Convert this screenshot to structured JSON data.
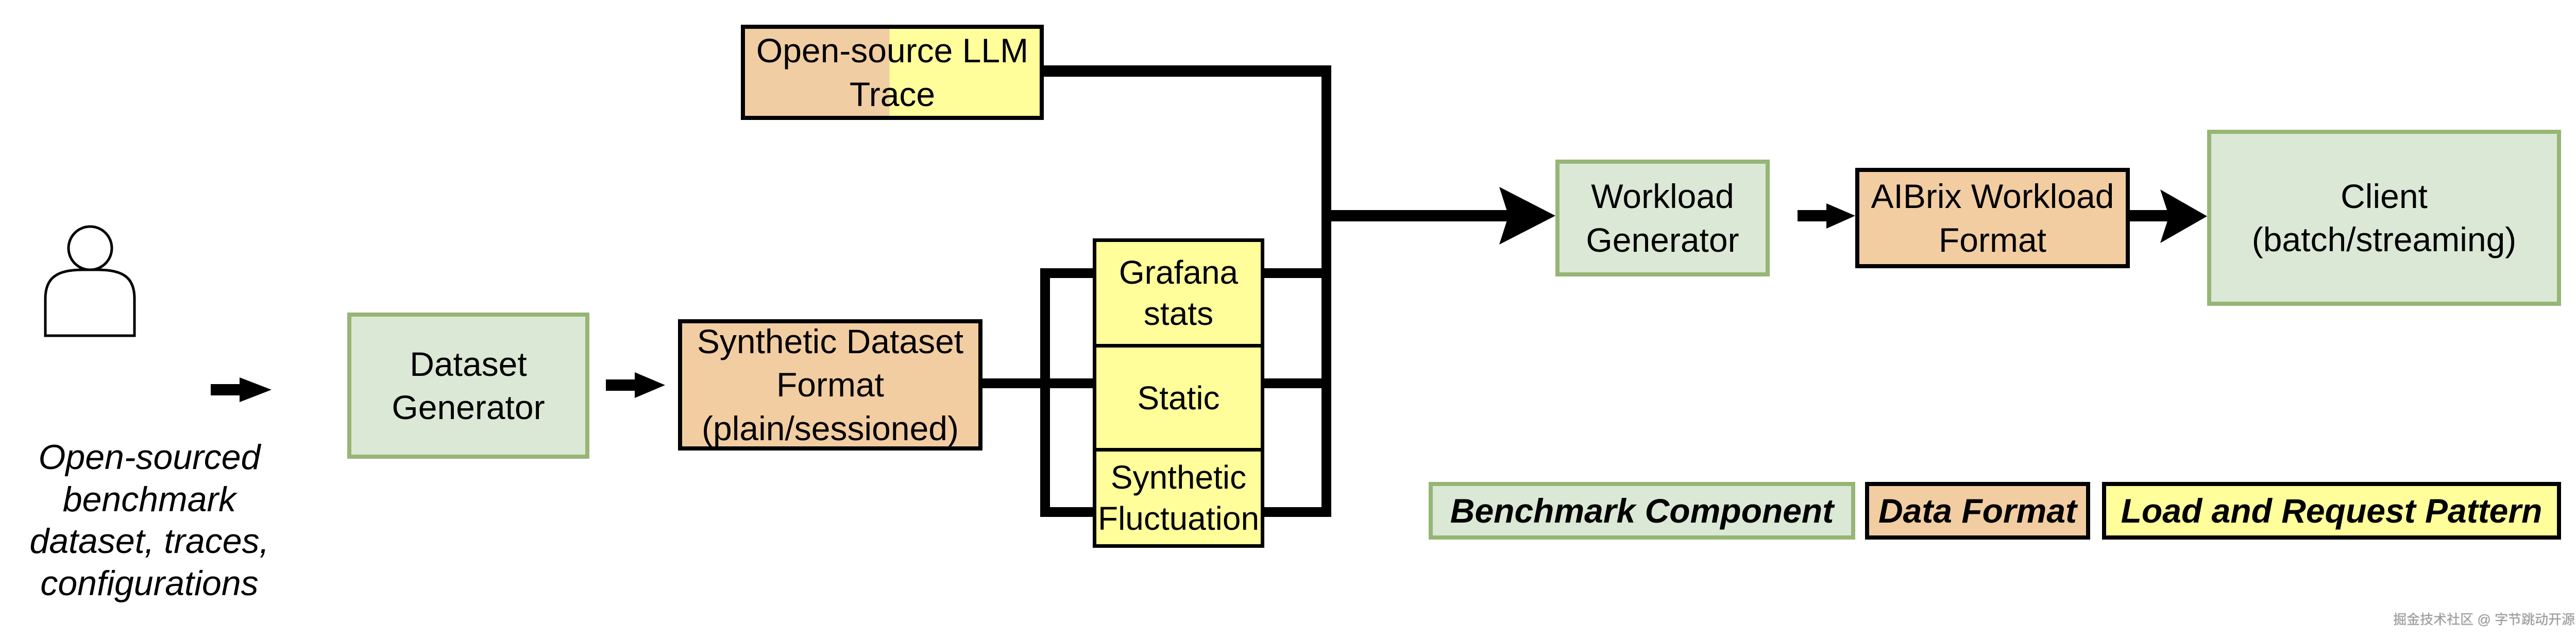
{
  "diagram": {
    "source_caption": "Open-sourced\nbenchmark\ndataset, traces,\nconfigurations",
    "nodes": {
      "dataset_generator": "Dataset\nGenerator",
      "synthetic_dataset_format": "Synthetic Dataset\nFormat\n(plain/sessioned)",
      "open_source_llm_trace": "Open-source LLM\nTrace",
      "load_patterns": [
        "Grafana\nstats",
        "Static",
        "Synthetic\nFluctuation"
      ],
      "workload_generator": "Workload\nGenerator",
      "aibrix_workload_format": "AIBrix Workload\nFormat",
      "client": "Client\n(batch/streaming)"
    },
    "edges": [
      {
        "from": "source",
        "to": "dataset_generator"
      },
      {
        "from": "dataset_generator",
        "to": "synthetic_dataset_format"
      },
      {
        "from": "synthetic_dataset_format",
        "to": "load_patterns"
      },
      {
        "from": "load_patterns",
        "to": "workload_generator"
      },
      {
        "from": "open_source_llm_trace",
        "to": "workload_generator"
      },
      {
        "from": "workload_generator",
        "to": "aibrix_workload_format"
      },
      {
        "from": "aibrix_workload_format",
        "to": "client"
      }
    ]
  },
  "legend": [
    {
      "label": "Benchmark Component",
      "color": "#dae8d5",
      "border": "#97b575"
    },
    {
      "label": "Data Format",
      "color": "#f2cda2",
      "border": "#000000"
    },
    {
      "label": "Load and Request Pattern",
      "color": "#fffe9b",
      "border": "#000000"
    }
  ],
  "watermark": "掘金技术社区 @ 字节跳动开源"
}
